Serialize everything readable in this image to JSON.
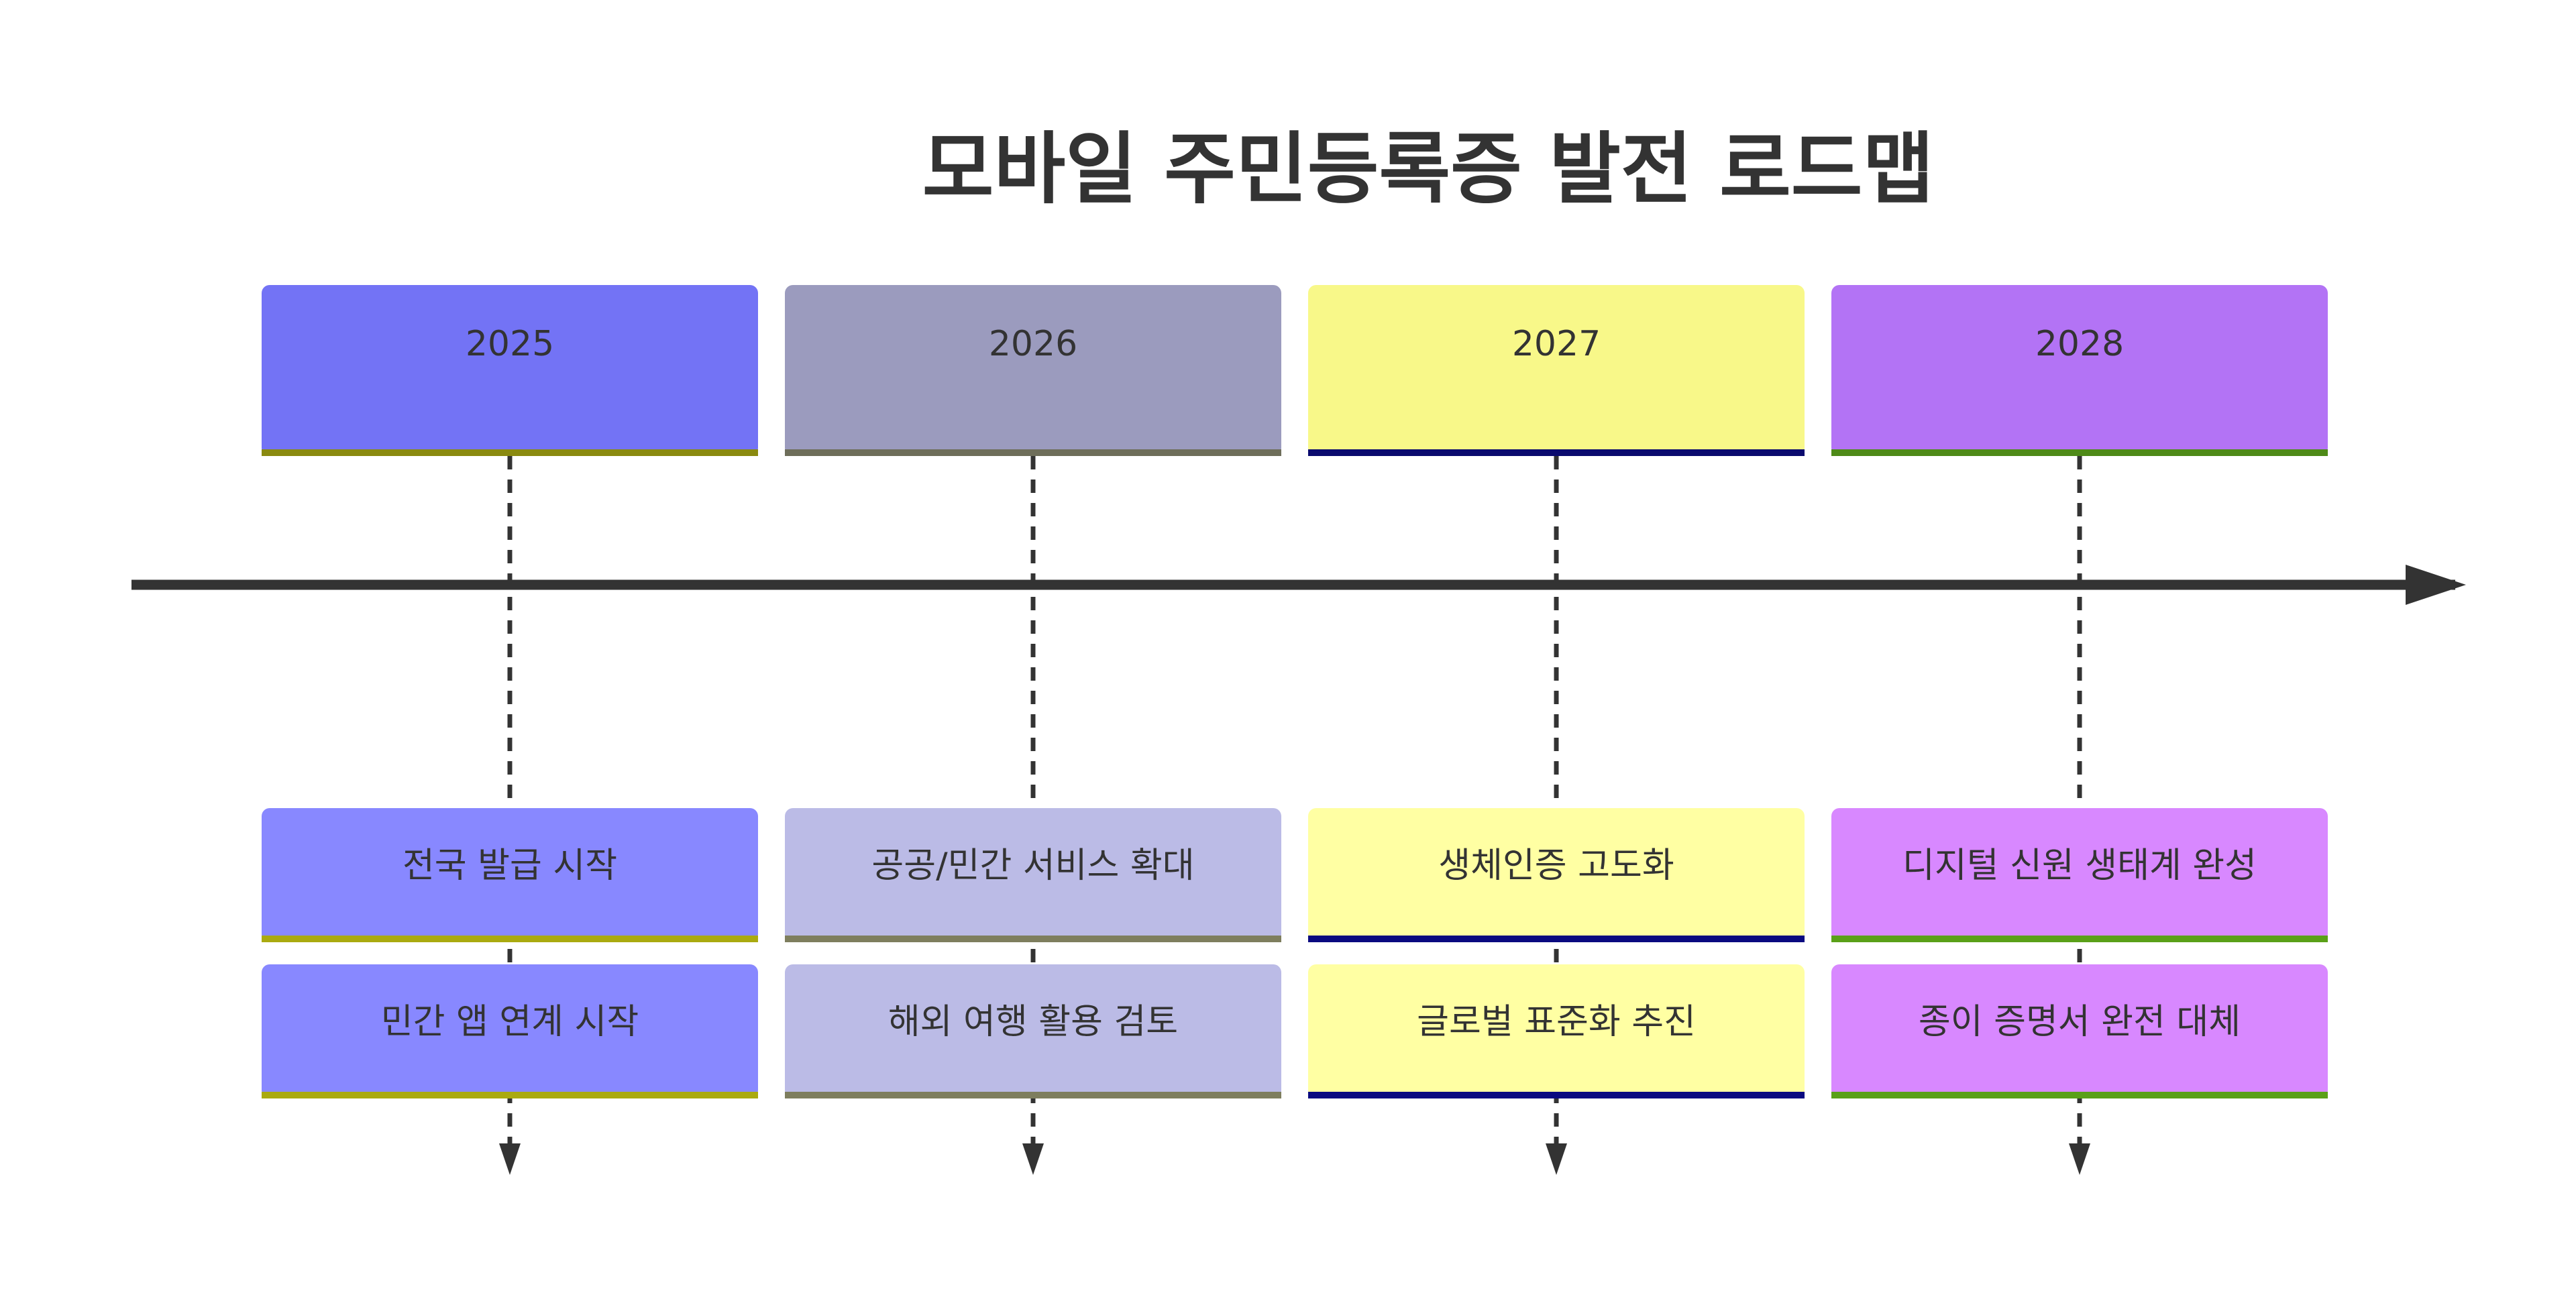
{
  "title": "모바일 주민등록증 발전 로드맵",
  "periods": [
    {
      "year": "2025",
      "header_color": "#7373f5",
      "header_border": "#8a8a10",
      "event_color": "#8888ff",
      "event_border": "#aaaa10",
      "events": [
        "전국 발급 시작",
        "민간 앱 연계 시작"
      ]
    },
    {
      "year": "2026",
      "header_color": "#9b9bbe",
      "header_border": "#6e6e5a",
      "event_color": "#bbbbe6",
      "event_border": "#7e7e5e",
      "events": [
        "공공/민간 서비스 확대",
        "해외 여행 활용 검토"
      ]
    },
    {
      "year": "2027",
      "header_color": "#f8f889",
      "header_border": "#0a0a6e",
      "event_color": "#ffffa3",
      "event_border": "#0a0a80",
      "events": [
        "생체인증 고도화",
        "글로벌 표준화 추진"
      ]
    },
    {
      "year": "2028",
      "header_color": "#b373f5",
      "header_border": "#4e8a18",
      "event_color": "#d888ff",
      "event_border": "#5aa018",
      "events": [
        "디지털 신원 생태계 완성",
        "종이 증명서 완전 대체"
      ]
    }
  ],
  "colors": {
    "axis": "#333333",
    "text": "#333333"
  }
}
